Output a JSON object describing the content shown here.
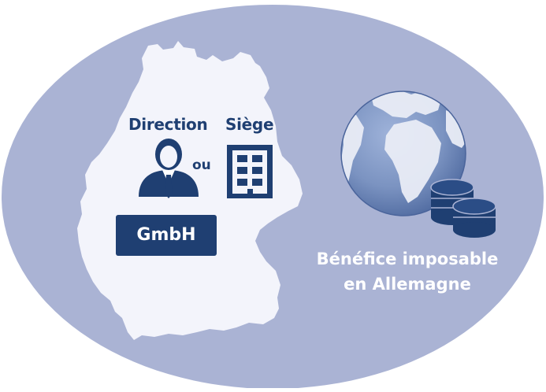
{
  "diagram": {
    "labels": {
      "direction": "Direction",
      "siege": "Siège",
      "ou": "ou",
      "gmbh": "GmbH",
      "profit_line1": "Bénéfice imposable",
      "profit_line2": "en Allemagne"
    },
    "icons": [
      "manager-icon",
      "office-building-icon",
      "globe-icon",
      "coin-stack-icon"
    ],
    "colors": {
      "ellipse": "#aab3d4",
      "germany_map": "#f3f4fb",
      "navy": "#1f3f72",
      "globe_ocean": "#7d95c2",
      "globe_land": "#e9ecf6",
      "text_on_ellipse": "#ffffff"
    }
  }
}
